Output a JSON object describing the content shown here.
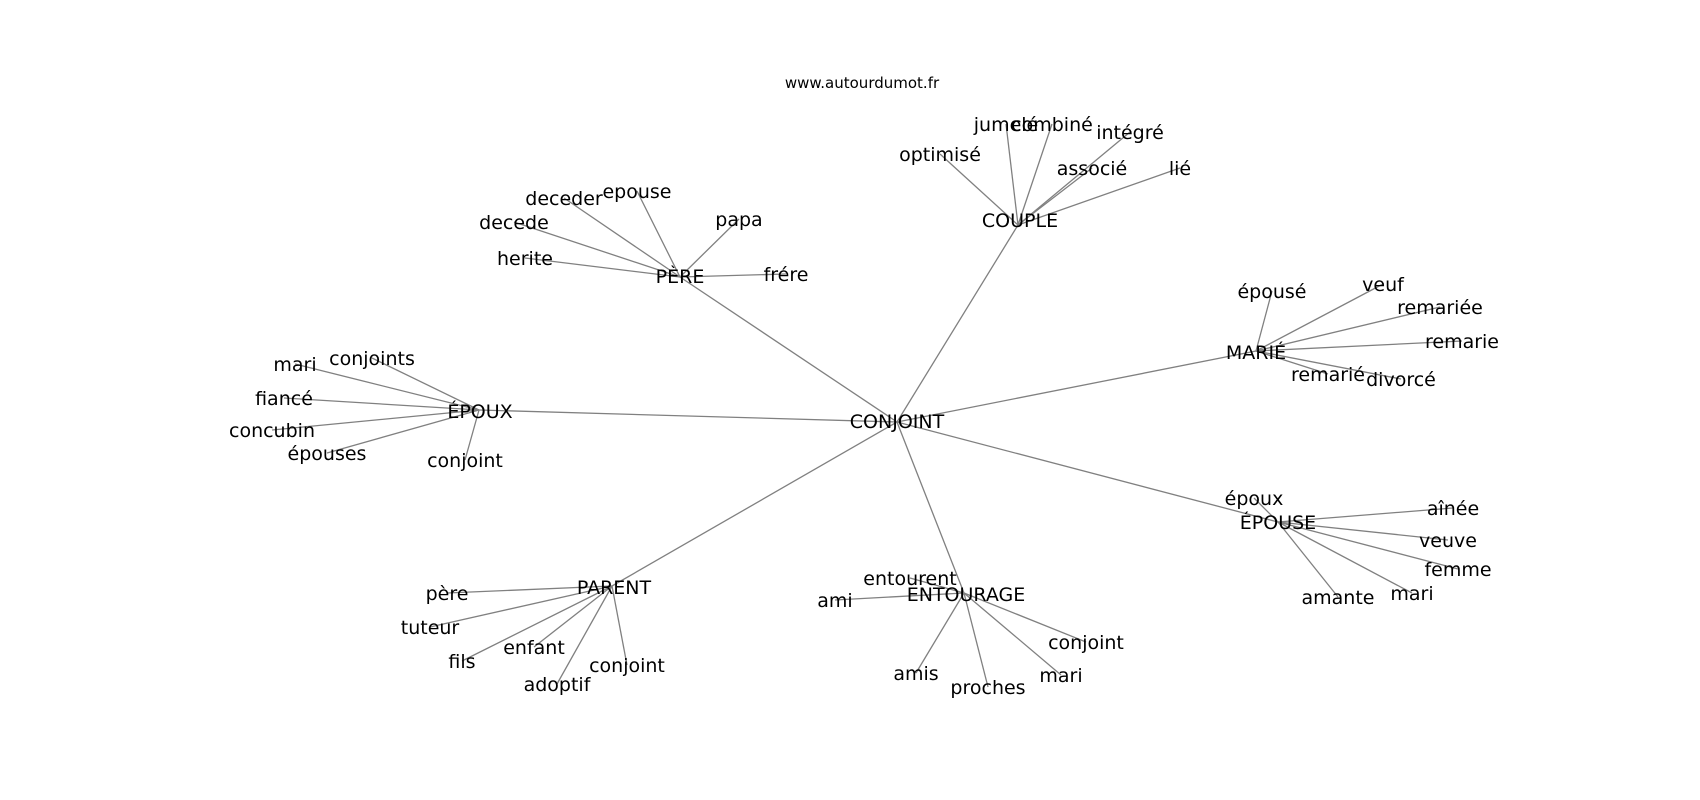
{
  "source": "www.autourdumot.fr",
  "center": "CONJOINT",
  "clusters": [
    {
      "id": "couple",
      "label": "COUPLE",
      "words": [
        "jumelé",
        "combiné",
        "intégré",
        "optimisé",
        "associé",
        "lié"
      ]
    },
    {
      "id": "pere",
      "label": "PÈRE",
      "words": [
        "deceder",
        "epouse",
        "papa",
        "decede",
        "herite",
        "frére"
      ]
    },
    {
      "id": "epoux",
      "label": "ÉPOUX",
      "words": [
        "mari",
        "conjoints",
        "fiancé",
        "concubin",
        "épouses",
        "conjoint"
      ]
    },
    {
      "id": "marie",
      "label": "MARIÉ",
      "words": [
        "épousé",
        "veuf",
        "remariée",
        "remarie",
        "remarié",
        "divorcé"
      ]
    },
    {
      "id": "epouse",
      "label": "ÉPOUSE",
      "words": [
        "époux",
        "aînée",
        "veuve",
        "femme",
        "amante",
        "mari"
      ]
    },
    {
      "id": "entourage",
      "label": "ENTOURAGE",
      "words": [
        "entourent",
        "ami",
        "conjoint",
        "amis",
        "proches",
        "mari"
      ]
    },
    {
      "id": "parent",
      "label": "PARENT",
      "words": [
        "père",
        "tuteur",
        "fils",
        "enfant",
        "conjoint",
        "adoptif"
      ]
    }
  ]
}
